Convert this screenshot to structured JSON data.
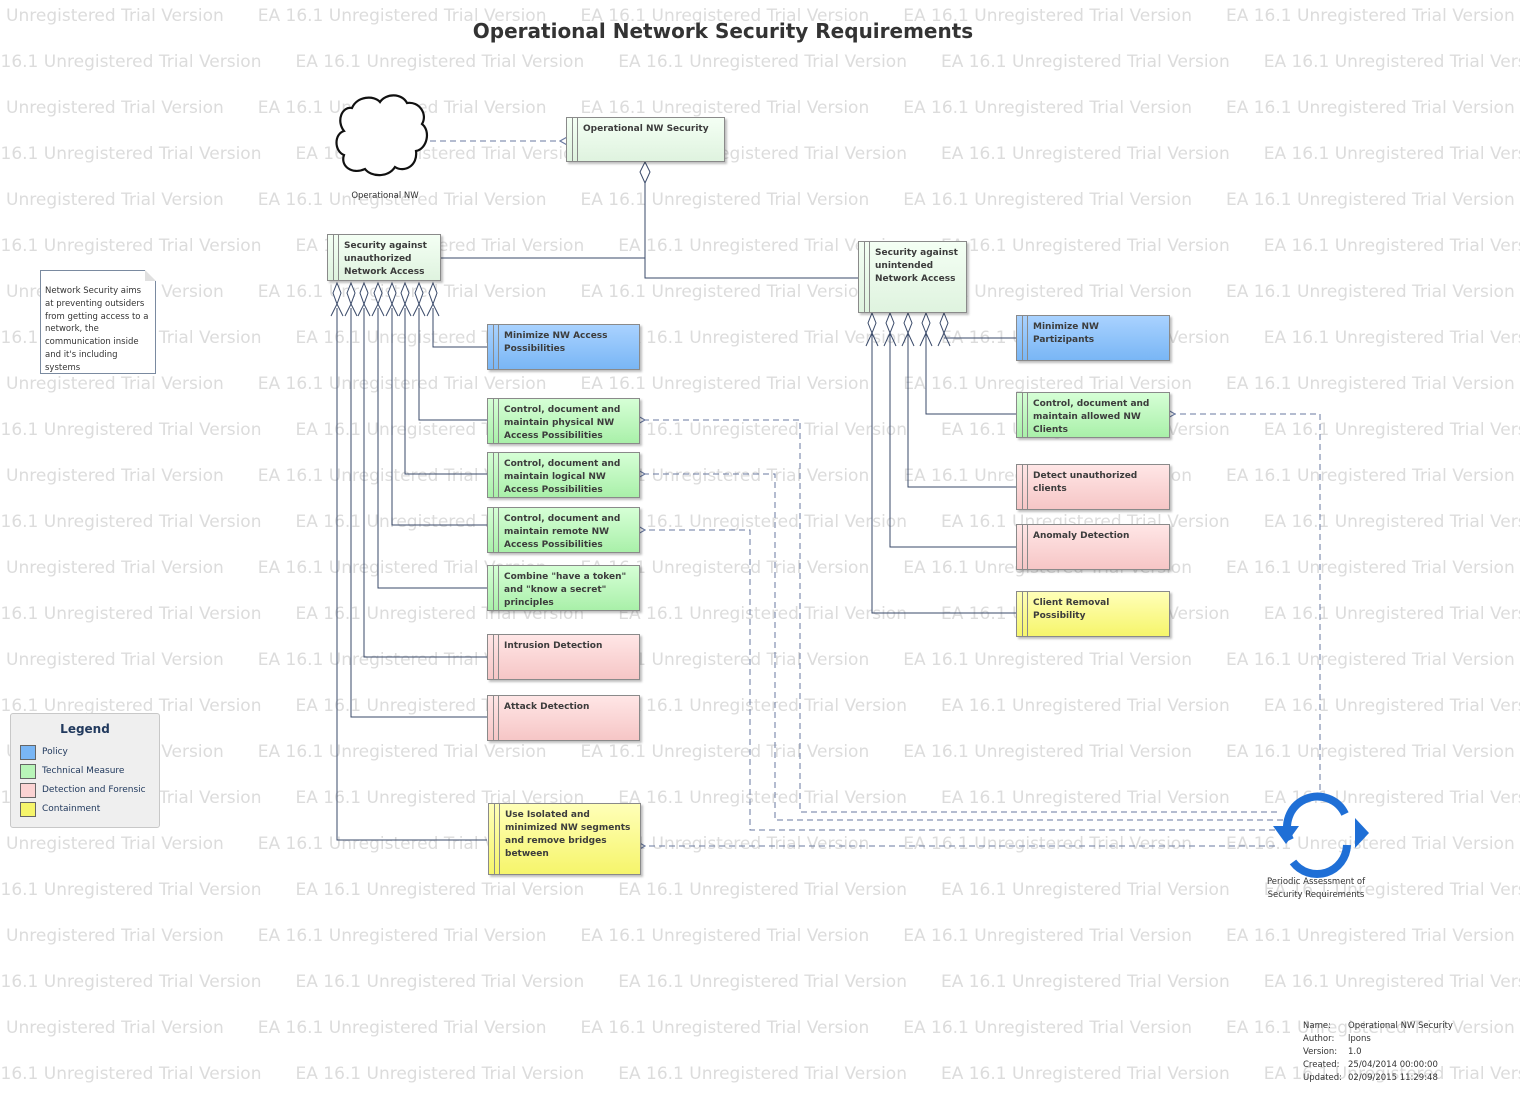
{
  "title": "Operational Network Security Requirements",
  "watermark": "EA 16.1 Unregistered Trial Version",
  "cloud": {
    "label": "Operational NW",
    "icon": "cloud-icon"
  },
  "cycle": {
    "label_line1": "Periodic Assessment of",
    "label_line2": "Security Requirements",
    "icon": "cycle-arrows-icon",
    "color": "#1f6fd6"
  },
  "note": {
    "text": "Network Security aims at preventing outsiders from getting access to a network, the communication inside and it's including systems"
  },
  "requirements": {
    "root": {
      "text": "Operational NW Security"
    },
    "unauthorized": {
      "text": "Security against unauthorized Network Access"
    },
    "unintended": {
      "text": "Security against unintended Network Access"
    },
    "min_access": {
      "text": "Minimize NW Access Possibilities"
    },
    "physical": {
      "text": "Control, document and maintain physical NW Access Possibilities"
    },
    "logical": {
      "text": "Control, document and maintain logical NW Access Possibilities"
    },
    "remote": {
      "text": "Control, document and maintain remote NW Access Possibilities"
    },
    "token": {
      "text": "Combine \"have a token\" and \"know a secret\" principles"
    },
    "intrusion": {
      "text": "Intrusion Detection"
    },
    "attack": {
      "text": "Attack Detection"
    },
    "isolated": {
      "text": "Use Isolated and minimized NW segments and remove bridges between"
    },
    "min_participants": {
      "text": "Minimize NW Partizipants"
    },
    "clients": {
      "text": "Control, document and maintain allowed NW Clients"
    },
    "detect_unauth": {
      "text": "Detect unauthorized clients"
    },
    "anomaly": {
      "text": "Anomaly Detection"
    },
    "removal": {
      "text": "Client Removal Possibility"
    }
  },
  "legend": {
    "title": "Legend",
    "items": [
      {
        "label": "Policy",
        "color": "#79b6f5"
      },
      {
        "label": "Technical Measure",
        "color": "#b8f5b8"
      },
      {
        "label": "Detection and Forensic",
        "color": "#fbd3d3"
      },
      {
        "label": "Containment",
        "color": "#f6f56b"
      }
    ]
  },
  "meta": {
    "name_key": "Name:",
    "name": "Operational NW Security",
    "author_key": "Author:",
    "author": "lpons",
    "version_key": "Version:",
    "version": "1.0",
    "created_key": "Created:",
    "created": "25/04/2014 00:00:00",
    "updated_key": "Updated:",
    "updated": "02/09/2015 11:29:48"
  },
  "colors": {
    "line": "#3a4a6a",
    "dashed": "#6a7aa0"
  }
}
